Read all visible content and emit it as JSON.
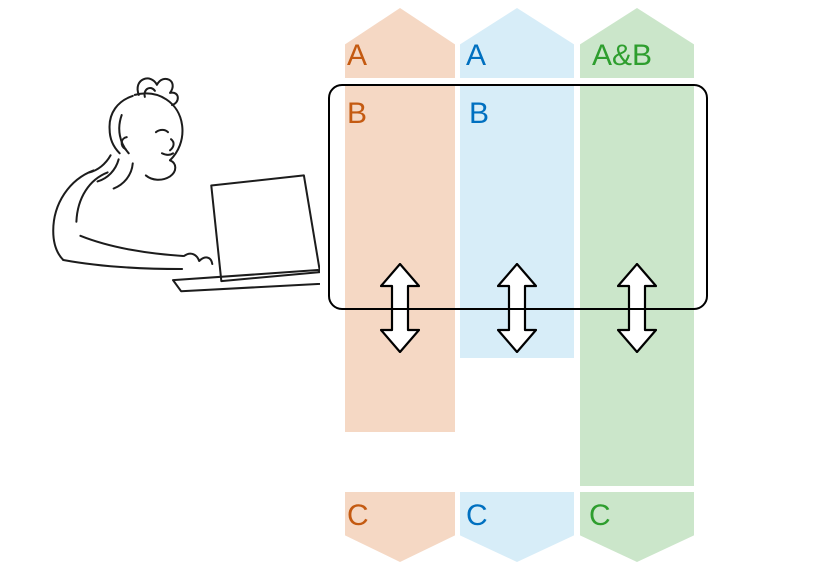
{
  "colors": {
    "orange_fill": "#F5D8C4",
    "orange_text": "#C45A11",
    "blue_fill": "#D7EDF8",
    "blue_text": "#0070C0",
    "green_fill": "#CBE6CA",
    "green_text": "#2E9E2E",
    "box_border": "#000000"
  },
  "columns": [
    {
      "key": "a",
      "header": "A",
      "box_label": "B",
      "footer": "C"
    },
    {
      "key": "b",
      "header": "A",
      "box_label": "B",
      "footer": "C"
    },
    {
      "key": "ab",
      "header": "A&B",
      "box_label": "",
      "footer": "C"
    }
  ],
  "icons": {
    "double_arrow": "⇕",
    "illustration": "person-thinking-at-laptop-sketch"
  }
}
